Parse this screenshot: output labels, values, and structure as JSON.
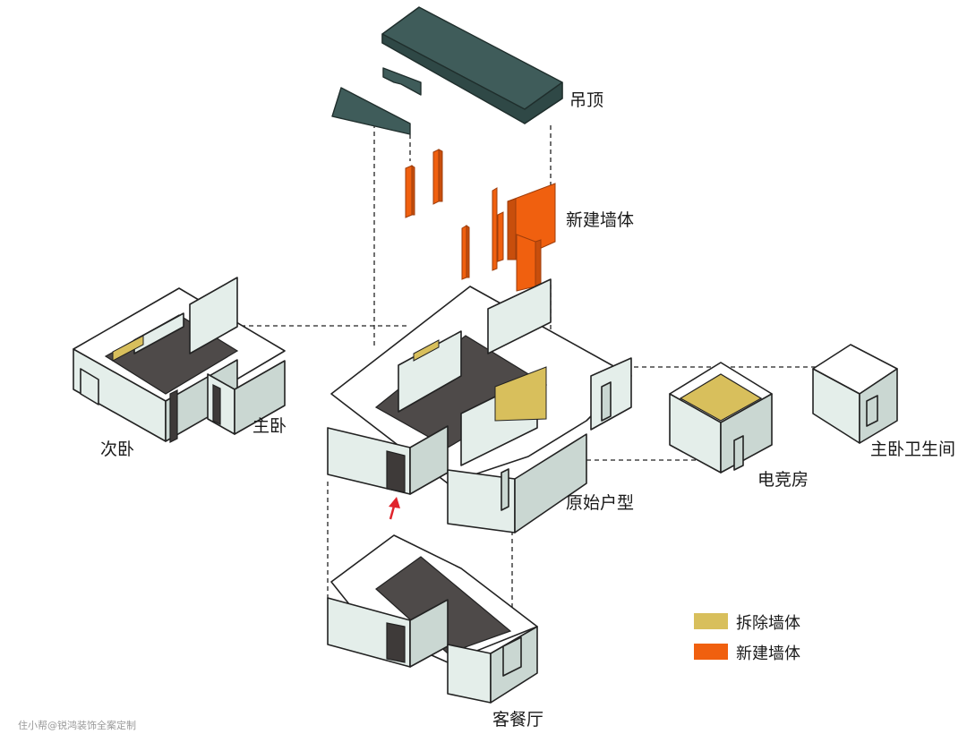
{
  "labels": {
    "ceiling": "吊顶",
    "new_walls": "新建墙体",
    "second_bedroom": "次卧",
    "master_bedroom": "主卧",
    "original_layout": "原始户型",
    "esports_room": "电竞房",
    "master_bathroom": "主卧卫生间",
    "living_dining": "客餐厅"
  },
  "legend": [
    {
      "label": "拆除墙体",
      "color": "#d8bf5c"
    },
    {
      "label": "新建墙体",
      "color": "#f0600f"
    }
  ],
  "watermark": "住小帮@锐鸿装饰全案定制",
  "colors": {
    "ceiling": "#3f5c5a",
    "new_wall": "#f0600f",
    "removed_wall": "#d8bf5c",
    "wall_face": "#e4eeea",
    "floor": "#4e4a49",
    "arrow": "#e0242c"
  }
}
